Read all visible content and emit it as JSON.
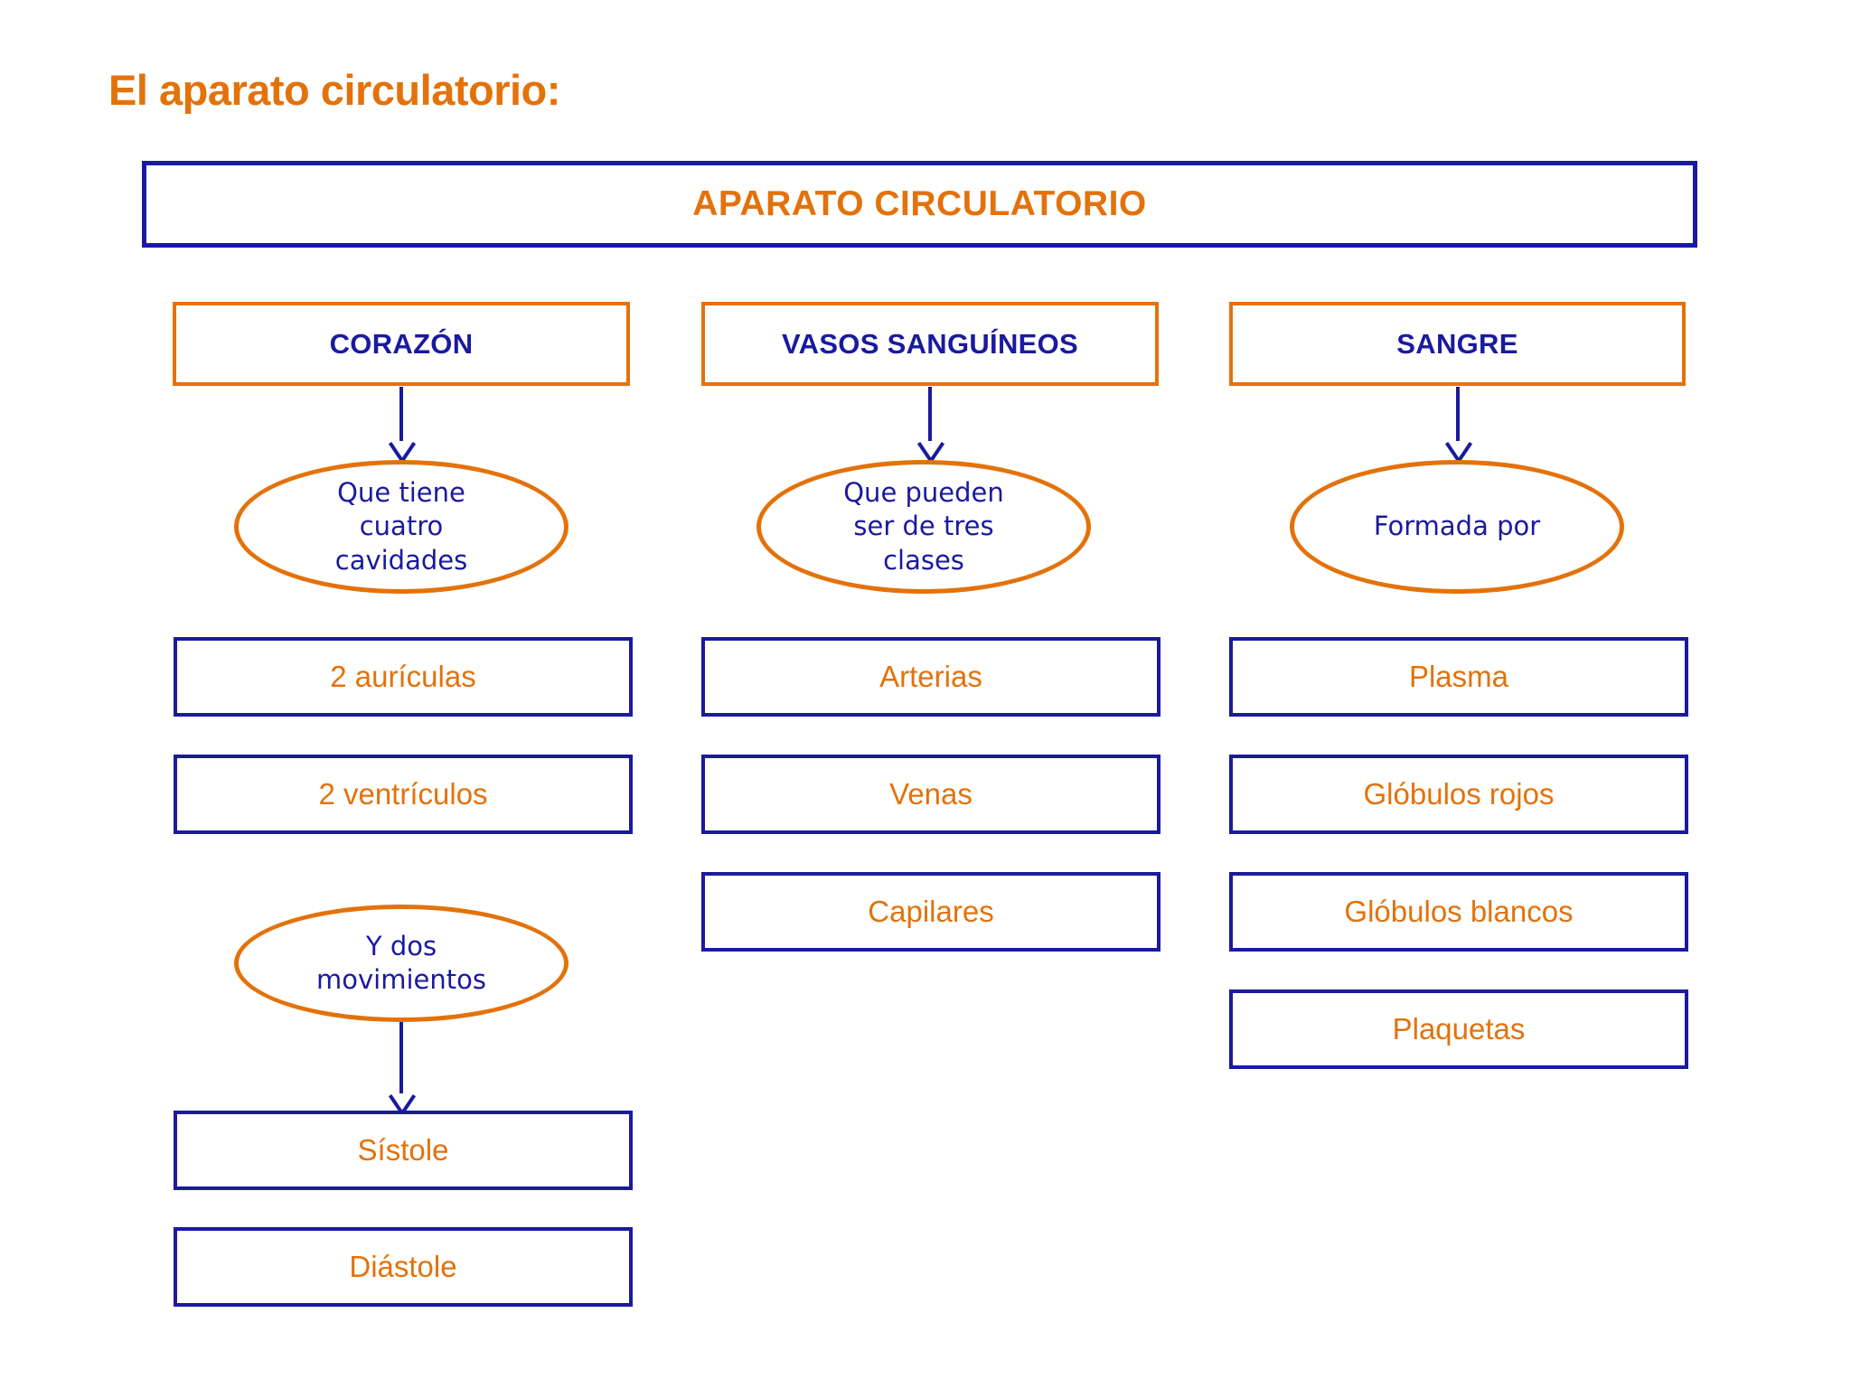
{
  "slide": {
    "title": "El aparato circulatorio:",
    "root_label": "APARATO CIRCULATORIO",
    "colors": {
      "orange": "#E3720B",
      "navy": "#1A1A9E",
      "background": "#FFFFFF"
    }
  },
  "columns": [
    {
      "id": "corazon",
      "header": "CORAZÓN",
      "connector_1": "arrow-down-icon",
      "ellipse_1": "Que tiene cuatro cavidades",
      "items_1": [
        "2 aurículas",
        "2 ventrículos"
      ],
      "ellipse_2": "Y dos movimientos",
      "connector_2": "arrow-down-icon",
      "items_2": [
        "Sístole",
        "Diástole"
      ]
    },
    {
      "id": "vasos-sanguineos",
      "header": "VASOS SANGUÍNEOS",
      "connector_1": "arrow-down-icon",
      "ellipse_1": "Que pueden ser de tres clases",
      "items_1": [
        "Arterias",
        "Venas",
        "Capilares"
      ]
    },
    {
      "id": "sangre",
      "header": "SANGRE",
      "connector_1": "arrow-down-icon",
      "ellipse_1": "Formada por",
      "items_1": [
        "Plasma",
        "Glóbulos rojos",
        "Glóbulos blancos",
        "Plaquetas"
      ]
    }
  ],
  "ellipse_lines": {
    "corazon_1": [
      "Que tiene",
      "cuatro",
      "cavidades"
    ],
    "corazon_2": [
      "Y dos",
      "movimientos"
    ],
    "vasos_1": [
      "Que pueden",
      "ser de tres",
      "clases"
    ],
    "sangre_1": [
      "Formada por"
    ]
  }
}
